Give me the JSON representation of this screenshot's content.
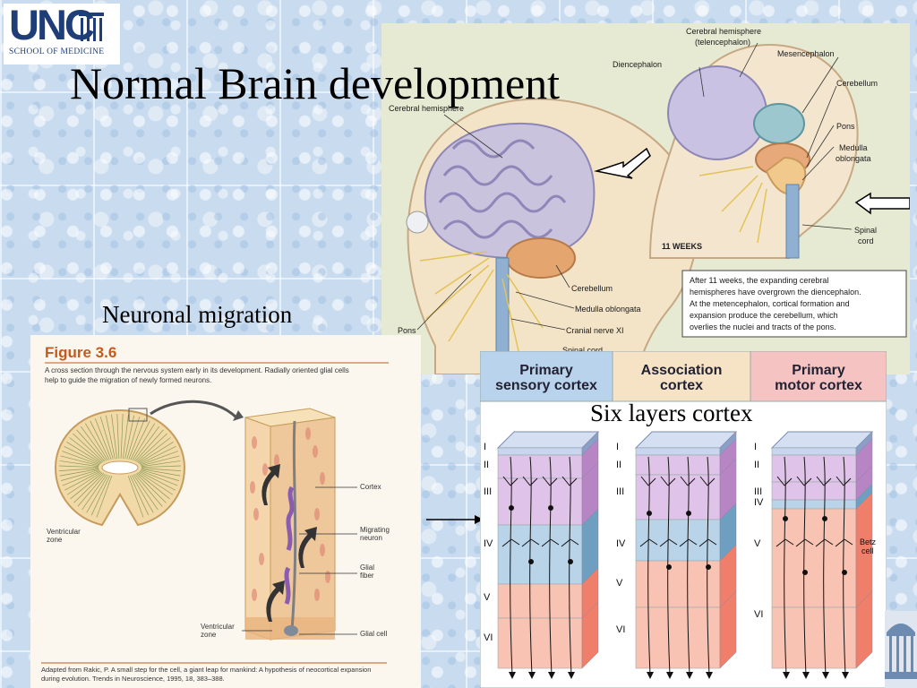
{
  "slide": {
    "title": "Normal Brain development",
    "neuronal_migration_label": "Neuronal migration",
    "six_layers_label": "Six layers cortex"
  },
  "logo": {
    "letters": "UNC",
    "subtitle": "SCHOOL OF MEDICINE",
    "color": "#1f3e78"
  },
  "brain_figure": {
    "labels": {
      "cerebral_hemisphere_tel": "Cerebral hemisphere",
      "telencephalon": "(telencephalon)",
      "diencephalon": "Diencephalon",
      "mesencephalon": "Mesencephalon",
      "cerebellum_top": "Cerebellum",
      "pons_top": "Pons",
      "medulla_top_1": "Medulla",
      "medulla_top_2": "oblongata",
      "spinal_cord_1": "Spinal",
      "spinal_cord_2": "cord",
      "weeks": "11 WEEKS",
      "cerebral_hemisphere": "Cerebral hemisphere",
      "cerebellum": "Cerebellum",
      "medulla_oblongata": "Medulla oblongata",
      "cranial_nerve": "Cranial nerve XI",
      "pons": "Pons",
      "spinal_cord": "Spinal cord"
    },
    "caption_lines": [
      "After 11 weeks, the expanding cerebral",
      "hemispheres have overgrown the diencephalon.",
      "At the metencephalon, cortical formation and",
      "expansion produce the cerebellum, which",
      "overlies the nuclei and tracts of the pons."
    ]
  },
  "migration_figure": {
    "figure_title": "Figure 3.6",
    "caption_lines": [
      "A cross section through the nervous system early in its development. Radially oriented glial cells",
      "help to guide the migration of newly formed neurons."
    ],
    "labels": {
      "ventricular_zone_left_1": "Ventricular",
      "ventricular_zone_left_2": "zone",
      "cortex": "Cortex",
      "migrating_1": "Migrating",
      "migrating_2": "neuron",
      "glial_1": "Glial",
      "glial_2": "fiber",
      "ventricular_zone_bottom_1": "Ventricular",
      "ventricular_zone_bottom_2": "zone",
      "glial_cell": "Glial cell"
    },
    "credit_lines": [
      "Adapted from Rakic, P. A small step for the cell, a giant leap for mankind: A hypothesis of neocortical expansion",
      "during evolution. Trends in Neuroscience, 1995, 18, 383–388."
    ]
  },
  "cortex_figure": {
    "headers": [
      {
        "line1": "Primary",
        "line2": "sensory cortex",
        "color": "#b9d3ec"
      },
      {
        "line1": "Association",
        "line2": "cortex",
        "color": "#f6e3c6"
      },
      {
        "line1": "Primary",
        "line2": "motor cortex",
        "color": "#f6c3c3"
      }
    ],
    "layer_labels": {
      "col1": [
        "I",
        "II",
        "III",
        "IV",
        "V",
        "VI"
      ],
      "col2": [
        "I",
        "II",
        "III",
        "IV",
        "V",
        "VI"
      ],
      "col3": [
        "I",
        "II",
        "III",
        "IV",
        "V",
        "VI"
      ]
    },
    "betz_1": "Betz",
    "betz_2": "cell"
  }
}
